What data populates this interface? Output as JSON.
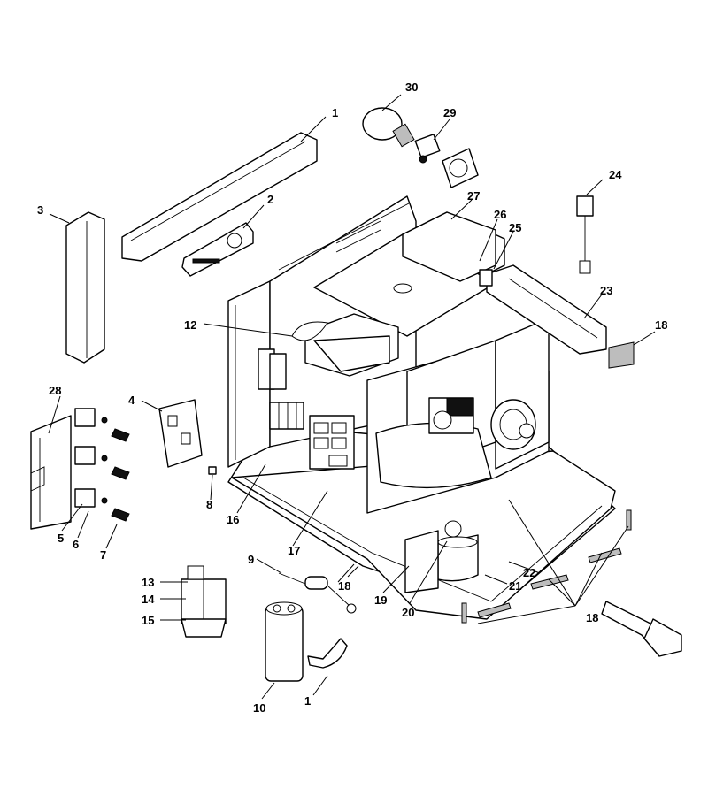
{
  "callouts": {
    "c1": "1",
    "c2": "2",
    "c3": "3",
    "c4": "4",
    "c5": "5",
    "c6": "6",
    "c7": "7",
    "c8": "8",
    "c9": "9",
    "c10": "10",
    "c11": "1",
    "c12": "12",
    "c13": "13",
    "c14": "14",
    "c15": "15",
    "c16": "16",
    "c17": "17",
    "c18a": "18",
    "c18b": "18",
    "c18c": "18",
    "c19": "19",
    "c20": "20",
    "c21": "21",
    "c22": "22",
    "c23": "23",
    "c24": "24",
    "c25": "25",
    "c26": "26",
    "c27": "27",
    "c28": "28",
    "c29": "29",
    "c30": "30"
  }
}
